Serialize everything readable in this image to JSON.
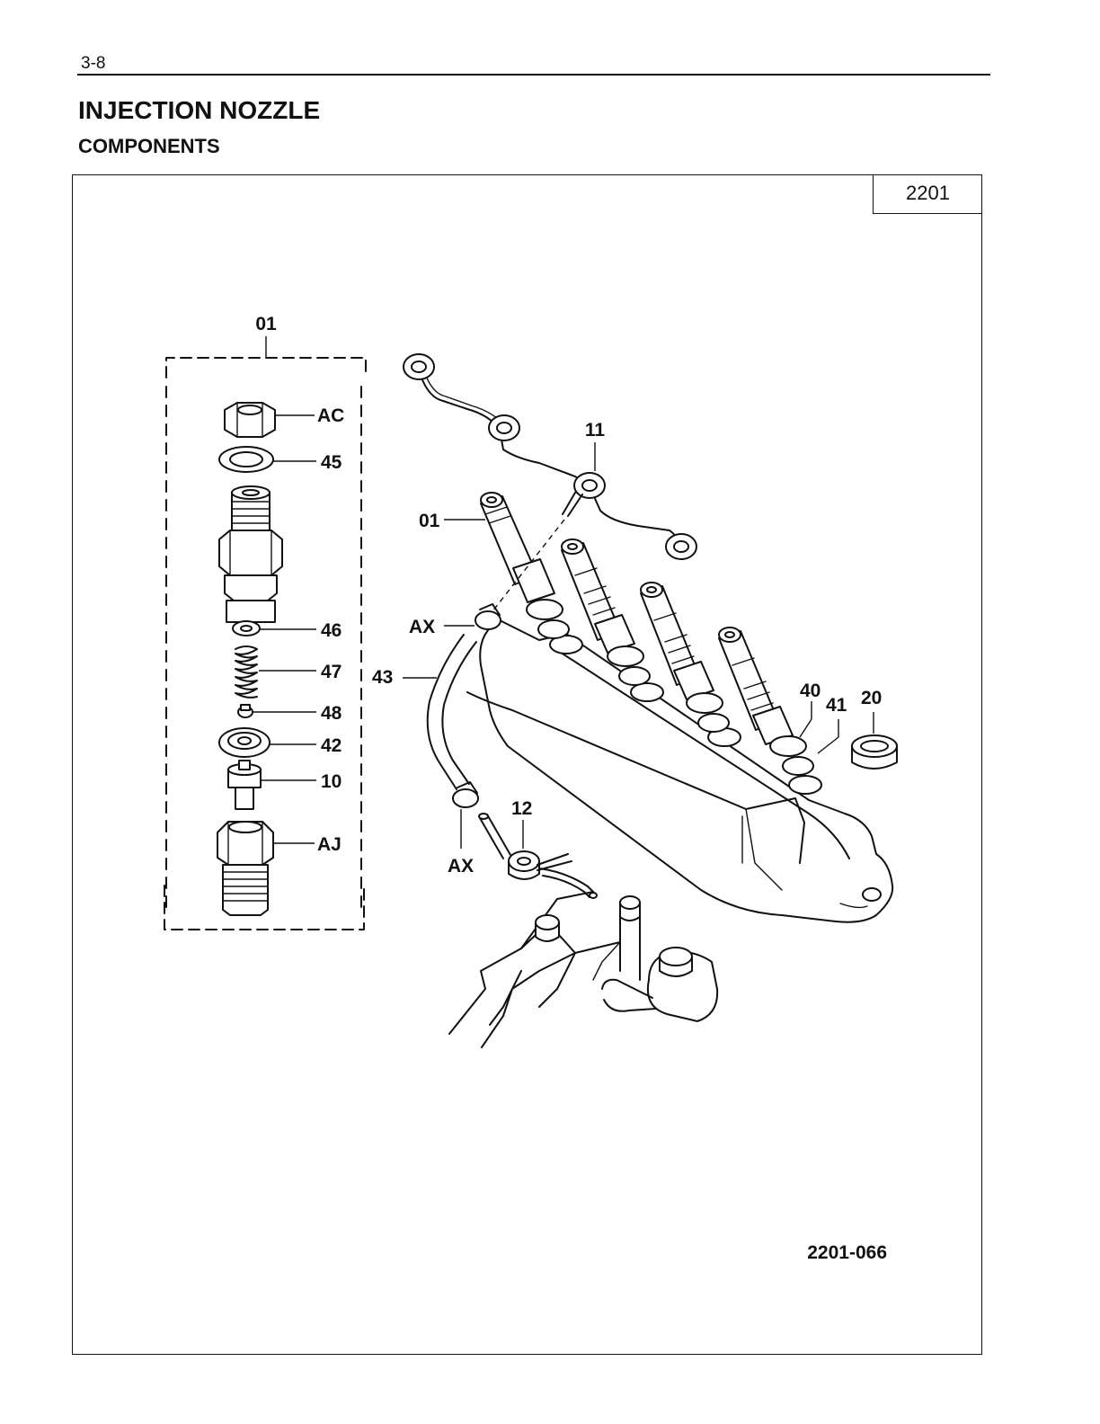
{
  "page": {
    "number": "3-8",
    "title": "INJECTION NOZZLE",
    "subtitle": "COMPONENTS"
  },
  "diagram": {
    "group_number": "2201",
    "figure_id": "2201-066",
    "labels": {
      "assembly_01": "01",
      "ac": "AC",
      "n45": "45",
      "n46": "46",
      "n47": "47",
      "n48": "48",
      "n42": "42",
      "n10": "10",
      "aj": "AJ",
      "n11": "11",
      "n01": "01",
      "ax_top": "AX",
      "n43": "43",
      "n40": "40",
      "n41": "41",
      "n20": "20",
      "n12": "12",
      "ax_bottom": "AX"
    }
  }
}
